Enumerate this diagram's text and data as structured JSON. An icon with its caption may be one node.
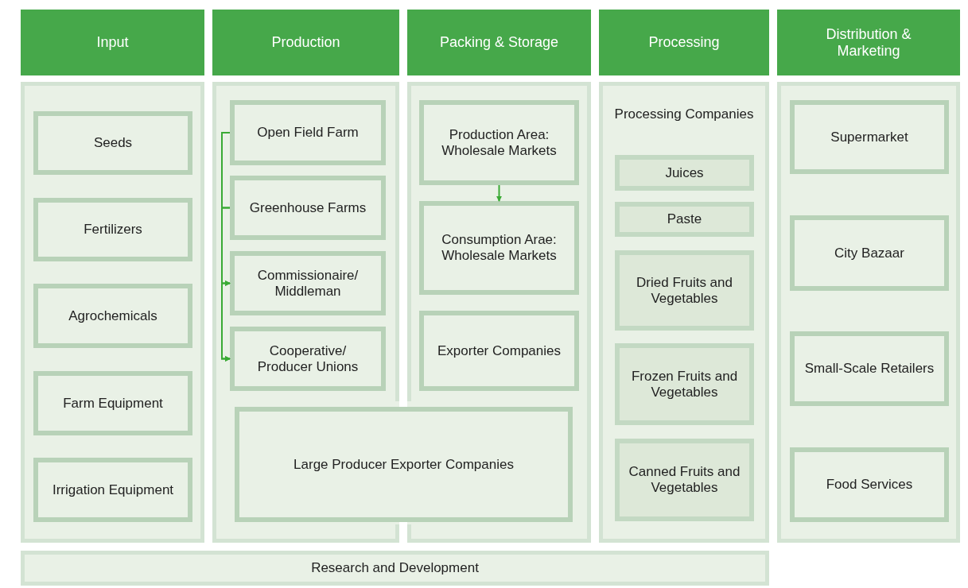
{
  "diagram": {
    "nodes": [
      {
        "text": [
          "Input"
        ]
      },
      {
        "text": [
          "Production"
        ]
      },
      {
        "text": [
          "Packing & Storage"
        ]
      },
      {
        "text": [
          "Processing"
        ]
      },
      {
        "text": [
          "Distribution & Marketing"
        ]
      },
      {
        "text": [],
        "shape": "box"
      },
      {
        "text": [
          "Seeds"
        ],
        "in": 5
      },
      {
        "text": [
          "Fertilizers"
        ],
        "in": 5
      },
      {
        "text": [
          "Agrochemicals"
        ],
        "in": 5
      },
      {
        "text": [
          "Farm Equipment"
        ],
        "in": 5
      },
      {
        "text": [
          "Irrigation Equipment"
        ],
        "in": 5
      },
      {
        "text": [],
        "shape": "box"
      },
      {
        "text": [
          "Open Field Farm"
        ],
        "in": 11
      },
      {
        "text": [
          "Greenhouse Farms"
        ],
        "in": 11
      },
      {
        "text": [
          "Commissionaire/ Middleman"
        ],
        "in": 11
      },
      {
        "text": [
          "Cooperative/ Producer Unions"
        ],
        "in": 11
      },
      {
        "text": [],
        "shape": "box"
      },
      {
        "text": [
          "Production Area: Wholesale Markets"
        ],
        "in": 16
      },
      {
        "text": [
          "Consumption Arae: Wholesale Markets"
        ],
        "in": 16
      },
      {
        "text": [
          "Exporter Companies"
        ],
        "in": 16
      },
      {
        "text": [
          "Large Producer Exporter Companies"
        ]
      },
      {
        "text": [
          "Processing Companies"
        ]
      },
      {
        "text": [
          "Juices"
        ],
        "in": 21
      },
      {
        "text": [
          "Paste"
        ],
        "in": 21
      },
      {
        "text": [
          "Dried Fruits and Vegetables"
        ],
        "in": 21
      },
      {
        "text": [
          "Frozen Fruits and Vegetables"
        ],
        "in": 21
      },
      {
        "text": [
          "Canned Fruits and Vegetables"
        ],
        "in": 21
      },
      {
        "text": [],
        "shape": "box"
      },
      {
        "text": [
          "Supermarket"
        ],
        "in": 27
      },
      {
        "text": [
          "City Bazaar"
        ],
        "in": 27
      },
      {
        "text": [
          "Small-Scale Retailers"
        ],
        "in": 27
      },
      {
        "text": [
          "Food Services"
        ],
        "in": 27
      },
      {
        "text": [
          "Research and Development"
        ]
      }
    ],
    "edges": [
      {
        "from": 12,
        "to": 14,
        "arrow": "to"
      },
      {
        "from": 12,
        "to": 15,
        "arrow": "to"
      },
      {
        "from": 13,
        "to": 14,
        "arrow": "to"
      },
      {
        "from": 13,
        "to": 15,
        "arrow": "to"
      },
      {
        "from": 17,
        "to": 18,
        "arrow": "to"
      }
    ]
  }
}
